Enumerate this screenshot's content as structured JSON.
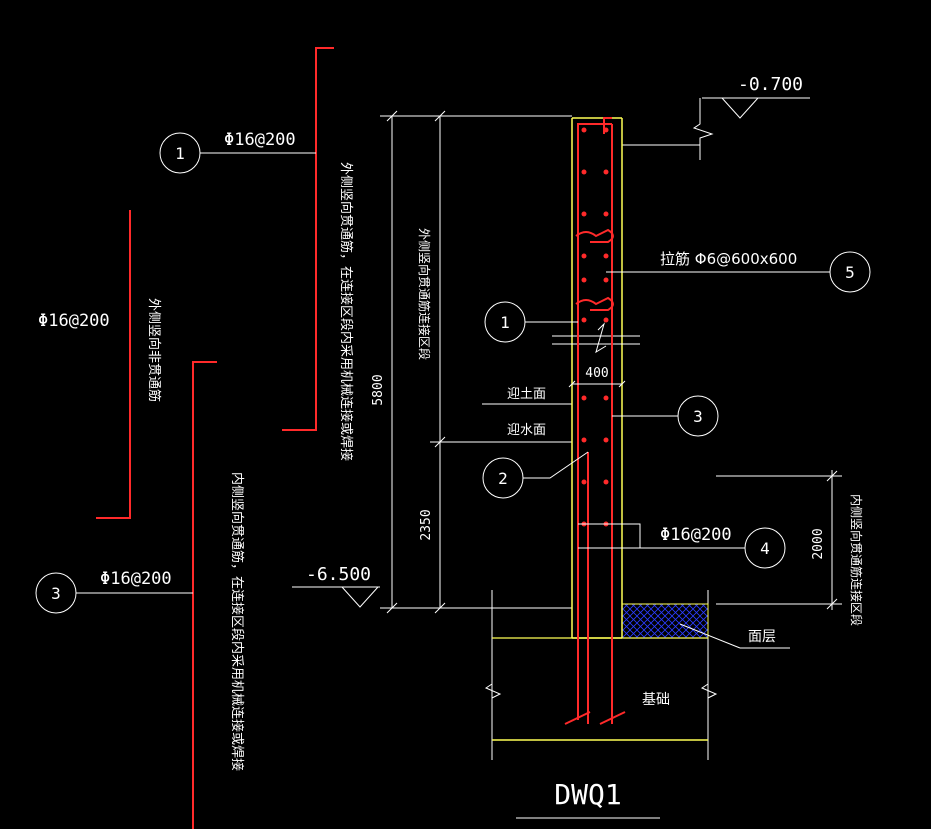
{
  "drawing": {
    "title": "DWQ1",
    "elevations": {
      "top": "-0.700",
      "bottom": "-6.500"
    },
    "dimensions": {
      "total_height": "5800",
      "lower_height": "2350",
      "wall_thickness": "400",
      "lap_zone": "2000"
    },
    "surface_labels": {
      "soil_face": "迎土面",
      "water_face": "迎水面"
    },
    "bars": {
      "b1": {
        "num": "1",
        "spec": "Φ16@200",
        "note": "外侧竖向贯通筋，在连接区段内采用机械连接或焊接"
      },
      "b2": {
        "num": "2",
        "spec": "Φ16@200",
        "note": "外侧竖向非贯通筋"
      },
      "b3": {
        "num": "3",
        "spec": "Φ16@200",
        "note": "内侧竖向贯通筋，在连接区段内采用机械连接或焊接"
      },
      "b4": {
        "num": "4",
        "spec": "Φ16@200"
      },
      "b5": {
        "num": "5",
        "spec": "拉筋 Φ6@600x600"
      }
    },
    "zone_labels": {
      "outer_lap": "外侧竖向贯通筋连接区段",
      "inner_lap": "内侧竖向贯通筋连接区段"
    },
    "callout_labels": {
      "c1": "1",
      "c2": "2",
      "c3": "3",
      "c4": "4",
      "c5": "5"
    },
    "materials": {
      "floor": "面层",
      "foundation": "基础"
    },
    "colors": {
      "background": "#000000",
      "rebar": "#ff2a2a",
      "concrete": "#ffff55",
      "lines": "#ffffff",
      "hatch": "#2a3cff"
    }
  }
}
